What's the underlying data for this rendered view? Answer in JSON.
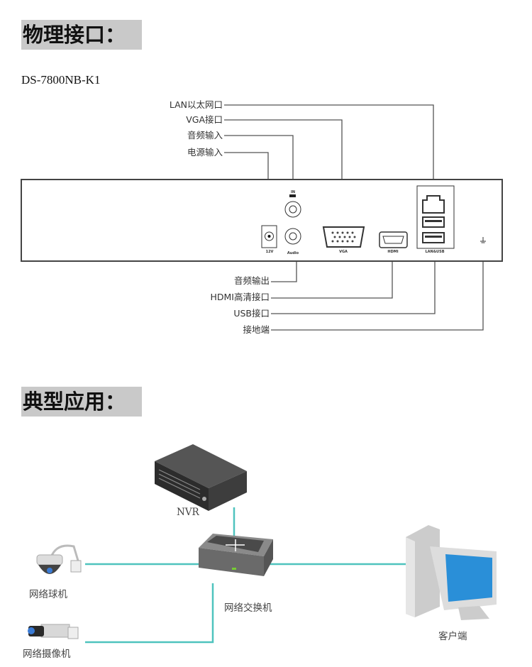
{
  "section1": {
    "heading": "物理接口：",
    "model": "DS-7800NB-K1"
  },
  "top_callouts": [
    "LAN以太网口",
    "VGA接口",
    "音频输入",
    "电源输入"
  ],
  "bottom_callouts": [
    "音频输出",
    "HDMI高清接口",
    "USB接口",
    "接地端"
  ],
  "port_labels": {
    "power": "12V",
    "audio_in": "IN",
    "audio_out": "Audio",
    "vga": "VGA",
    "hdmi": "HDMI",
    "lan_usb": "LAN&USB"
  },
  "section2": {
    "heading": "典型应用："
  },
  "diagram": {
    "nvr": "NVR",
    "switch": "网络交换机",
    "dome_camera": "网络球机",
    "box_camera": "网络摄像机",
    "client": "客户端"
  },
  "colors": {
    "heading_bg": "#c9c9c9",
    "network_line": "#4fc3be",
    "monitor_screen": "#2a8fd8"
  }
}
